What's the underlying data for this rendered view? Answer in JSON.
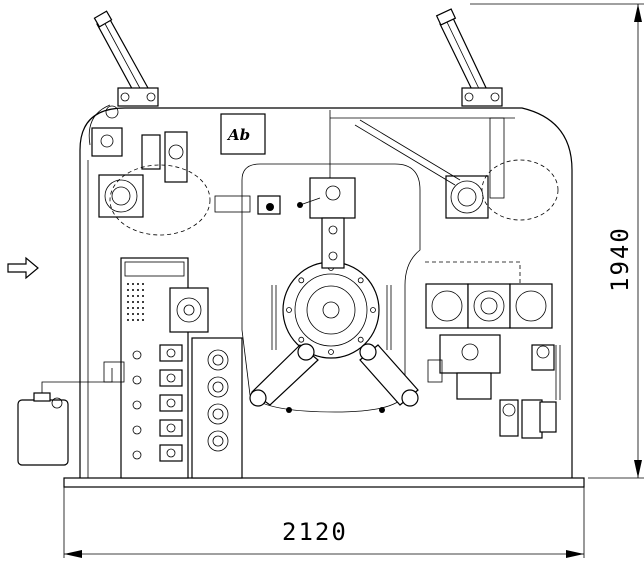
{
  "drawing": {
    "width_dimension": "2120",
    "height_dimension": "1940",
    "logo_text": "Ab",
    "feed_direction_icon": "arrow-right-icon"
  }
}
